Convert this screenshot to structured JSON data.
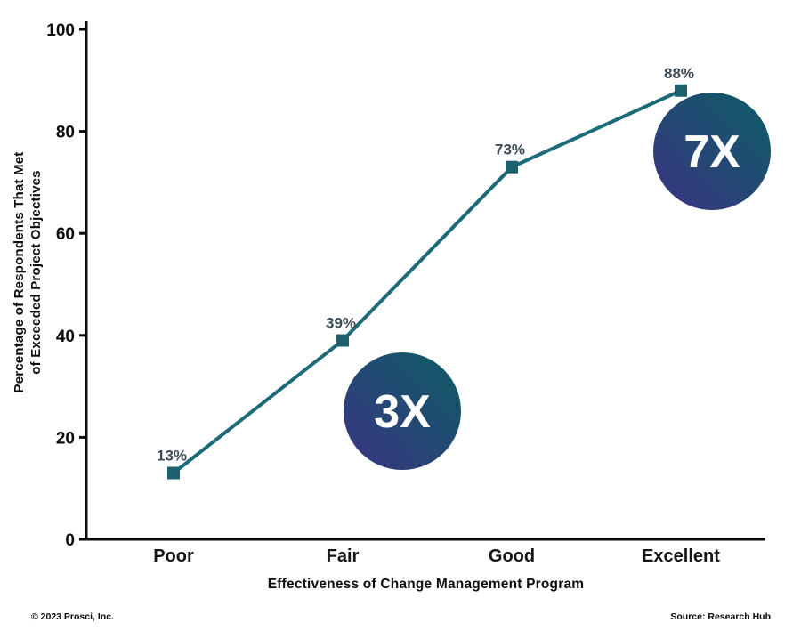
{
  "chart_data": {
    "type": "line",
    "categories": [
      "Poor",
      "Fair",
      "Good",
      "Excellent"
    ],
    "values": [
      13,
      39,
      73,
      88
    ],
    "point_labels": [
      "13%",
      "39%",
      "73%",
      "88%"
    ],
    "xlabel": "Effectiveness of Change Management Program",
    "ylabel_lines": [
      "Percentage of Respondents That Met",
      "of Exceeded Project Objectives"
    ],
    "ylim": [
      0,
      100
    ],
    "yticks": [
      0,
      20,
      40,
      60,
      80,
      100
    ],
    "grid": false,
    "legend": "none",
    "annotations": [
      {
        "label": "3X",
        "cx": 452,
        "cy": 462,
        "r": 66
      },
      {
        "label": "7X",
        "cx": 800,
        "cy": 170,
        "r": 66
      }
    ]
  },
  "colors": {
    "line": "#1d6b78",
    "marker": "#1d606e",
    "point_label": "#3d4b55",
    "axis": "#0b0b0b",
    "tick_label": "#0b0b0b",
    "category_label": "#161616",
    "badge_gradient_start": "#3b3483",
    "badge_gradient_end": "#0c5d64",
    "badge_text": "#ffffff"
  },
  "footer": {
    "left": "© 2023 Prosci, Inc.",
    "right": "Source: Research Hub"
  }
}
